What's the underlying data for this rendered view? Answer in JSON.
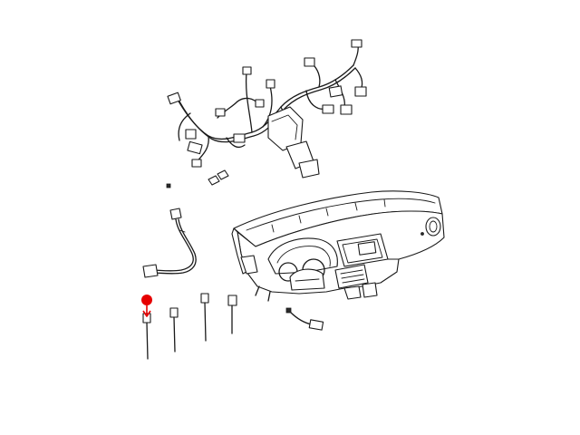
{
  "diagram": {
    "background_color": "#ffffff",
    "line_color": "#1a1a1a",
    "callout_color": "#e60000"
  },
  "parts": [
    {
      "name": "wiring-harness-instrument-panel",
      "icon": "wiring-harness"
    },
    {
      "name": "instrument-panel",
      "icon": "dashboard"
    },
    {
      "name": "sensor-wire-pigtail",
      "icon": "wire-lead"
    },
    {
      "name": "small-connectors",
      "icon": "connector"
    },
    {
      "name": "vertical-lead-1",
      "icon": "lead"
    },
    {
      "name": "vertical-lead-2",
      "icon": "lead"
    },
    {
      "name": "vertical-lead-3",
      "icon": "lead"
    },
    {
      "name": "vertical-lead-4",
      "icon": "lead"
    },
    {
      "name": "dash-wire-lead",
      "icon": "wire-lead"
    }
  ],
  "callout": {
    "marker": "red-dot",
    "points_to": "vertical-lead-1"
  }
}
